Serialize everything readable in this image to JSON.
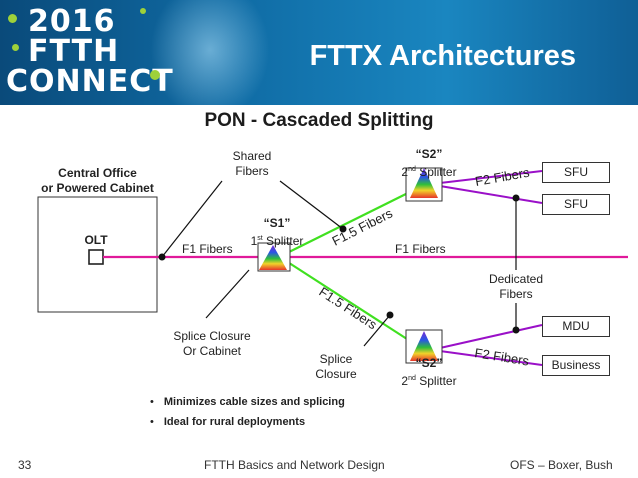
{
  "logo": {
    "year": "2016",
    "line2": "FTTH",
    "line3": "CONNECT"
  },
  "header": {
    "title": "FTTX Architectures"
  },
  "subtitle": "PON - Cascaded Splitting",
  "diagram": {
    "central_office": {
      "line1": "Central Office",
      "line2": "or Powered Cabinet",
      "olt": "OLT"
    },
    "shared_fibers": {
      "line1": "Shared",
      "line2": "Fibers"
    },
    "s1": {
      "name": "“S1”",
      "ord": "1",
      "ord_sup": "st",
      "word": " Splitter"
    },
    "s2_top": {
      "name": "“S2”",
      "ord": "2",
      "ord_sup": "nd",
      "word": " Splitter"
    },
    "s2_bottom": {
      "name": "“S2”",
      "ord": "2",
      "ord_sup": "nd",
      "word": " Splitter"
    },
    "f1_left": "F1 Fibers",
    "f1_right": "F1 Fibers",
    "f15_top": "F1.5 Fibers",
    "f15_bottom": "F1.5 Fibers",
    "f2_top": "F2 Fibers",
    "f2_bottom": "F2 Fibers",
    "splice_cabinet": {
      "line1": "Splice Closure",
      "line2": "Or Cabinet"
    },
    "splice_closure": {
      "line1": "Splice",
      "line2": "Closure"
    },
    "dedicated": {
      "line1": "Dedicated",
      "line2": "Fibers"
    },
    "endpoints": [
      "SFU",
      "SFU",
      "MDU",
      "Business"
    ]
  },
  "bullets": [
    "Minimizes cable sizes and splicing",
    "Ideal for rural deployments"
  ],
  "footer": {
    "page": "33",
    "center": "FTTH Basics and Network Design",
    "right": "OFS – Boxer, Bush"
  },
  "colors": {
    "pink_fiber": "#e0199a",
    "green_fiber": "#40e020",
    "purple_fiber": "#9a10c8",
    "header_blue": "#0f6aa3",
    "logo_green": "#9ed13a"
  }
}
